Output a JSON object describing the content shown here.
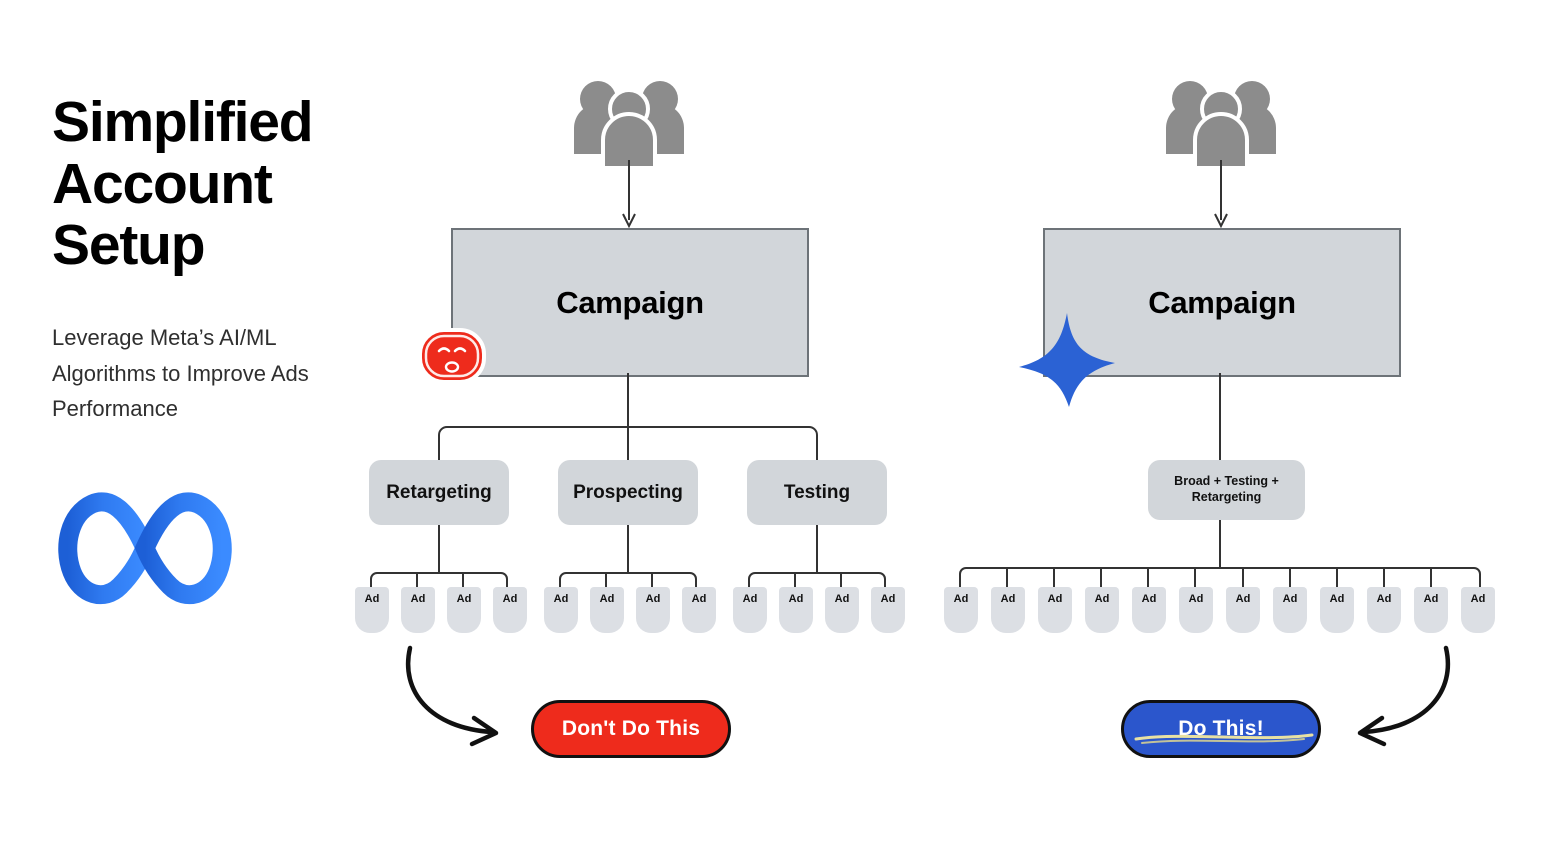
{
  "page": {
    "title": "Simplified Account Setup",
    "title_lines": [
      "Simplified",
      "Account",
      "Setup"
    ],
    "subtitle": "Leverage Meta’s AI/ML Algorithms to Improve Ads Performance",
    "background": "#ffffff"
  },
  "brand": {
    "logo_name": "meta-infinity-logo",
    "color_light": "#3b82f6",
    "color_dark": "#1d5fd6"
  },
  "colors": {
    "box_fill": "#d2d6da",
    "box_border": "#6d7378",
    "ad_fill": "#dcdfe4",
    "people_gray": "#8c8c8c",
    "connector": "#333333",
    "bad_red": "#ee2b1c",
    "good_blue": "#2b56cc",
    "text_dark": "#111111",
    "subtitle_gray": "#2f2f2f"
  },
  "diagrams": [
    {
      "id": "bad-structure",
      "audience_icon": "people-group-icon",
      "campaign_label": "Campaign",
      "badge": {
        "name": "sad-face-badge",
        "emoji": "☹",
        "color": "#ee2b1c"
      },
      "adsets": [
        {
          "label": "Retargeting",
          "ads": [
            "Ad",
            "Ad",
            "Ad",
            "Ad"
          ]
        },
        {
          "label": "Prospecting",
          "ads": [
            "Ad",
            "Ad",
            "Ad",
            "Ad"
          ]
        },
        {
          "label": "Testing",
          "ads": [
            "Ad",
            "Ad",
            "Ad",
            "Ad"
          ]
        }
      ],
      "cta": {
        "label": "Don't Do This",
        "variant": "red",
        "struck": false
      }
    },
    {
      "id": "good-structure",
      "audience_icon": "people-group-icon",
      "campaign_label": "Campaign",
      "badge": {
        "name": "blue-star-badge",
        "color": "#2b56cc"
      },
      "adsets": [
        {
          "label": "Broad + Testing + Retargeting",
          "label_lines": [
            "Broad + Testing +",
            "Retargeting"
          ],
          "ads": [
            "Ad",
            "Ad",
            "Ad",
            "Ad",
            "Ad",
            "Ad",
            "Ad",
            "Ad",
            "Ad",
            "Ad",
            "Ad",
            "Ad"
          ]
        }
      ],
      "cta": {
        "label": "Do This!",
        "variant": "blue",
        "struck": true
      }
    }
  ]
}
